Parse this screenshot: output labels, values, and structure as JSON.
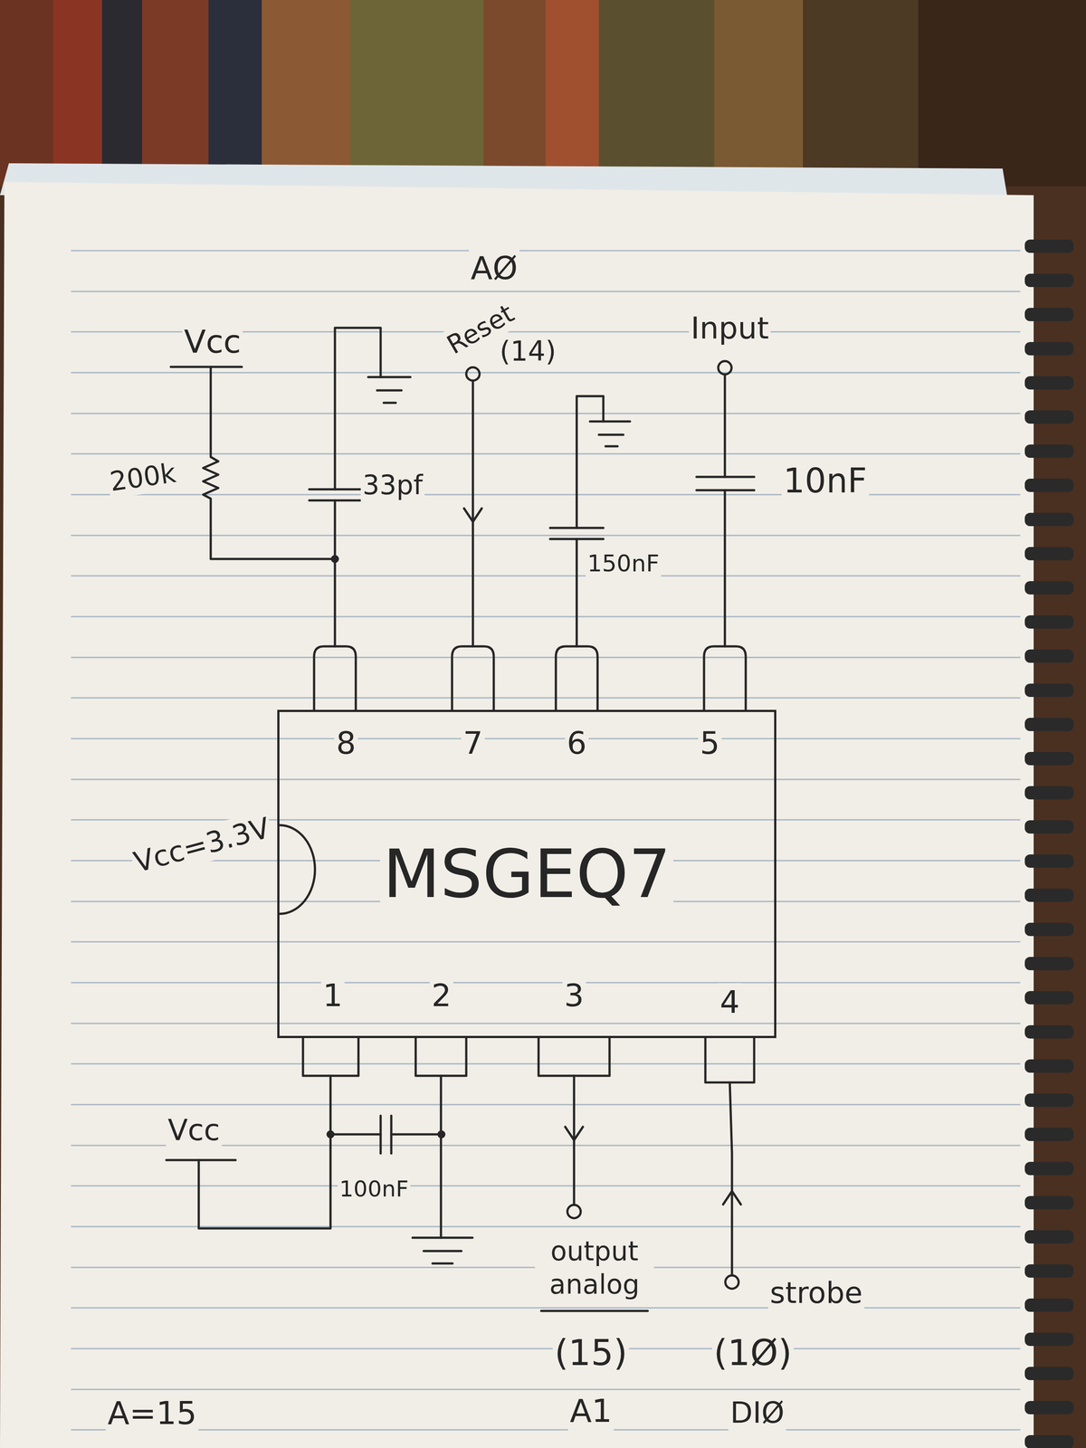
{
  "diagram": {
    "nodes": [
      {
        "text": [
          "MSGEQ7"
        ]
      }
    ],
    "labels": [
      "Vcc",
      "200k",
      "33pf",
      "AØ",
      "Reset",
      "(14)",
      "150nF",
      "Input",
      "10nF",
      "8",
      "7",
      "6",
      "5",
      "Vcc=3.3V",
      "1",
      "2",
      "3",
      "4",
      "Vcc",
      "100nF",
      "output analog",
      "(15)",
      "A1",
      "strobe",
      "(1Ø)",
      "DIØ",
      "A=15"
    ]
  }
}
